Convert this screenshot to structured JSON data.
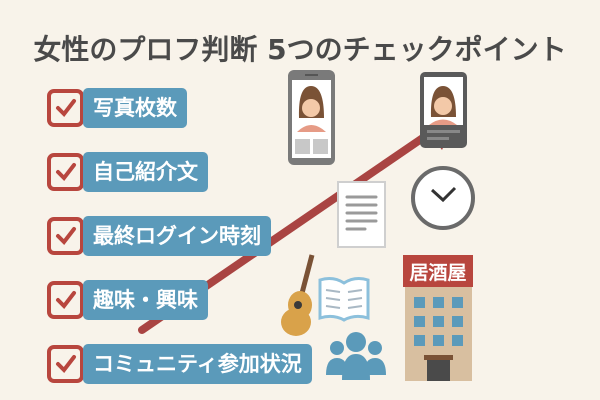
{
  "title": "女性のプロフ判断 5つのチェックポイント",
  "checklist": [
    {
      "label": "写真枚数",
      "checked": true
    },
    {
      "label": "自己紹介文",
      "checked": true
    },
    {
      "label": "最終ログイン時刻",
      "checked": true
    },
    {
      "label": "趣味・興味",
      "checked": true
    },
    {
      "label": "コミュニティ参加状況",
      "checked": true
    }
  ],
  "building_sign": "居酒屋",
  "colors": {
    "background": "#f8f3ea",
    "label": "#5b9aba",
    "accent": "#b8463e",
    "arrow": "#a94442"
  }
}
